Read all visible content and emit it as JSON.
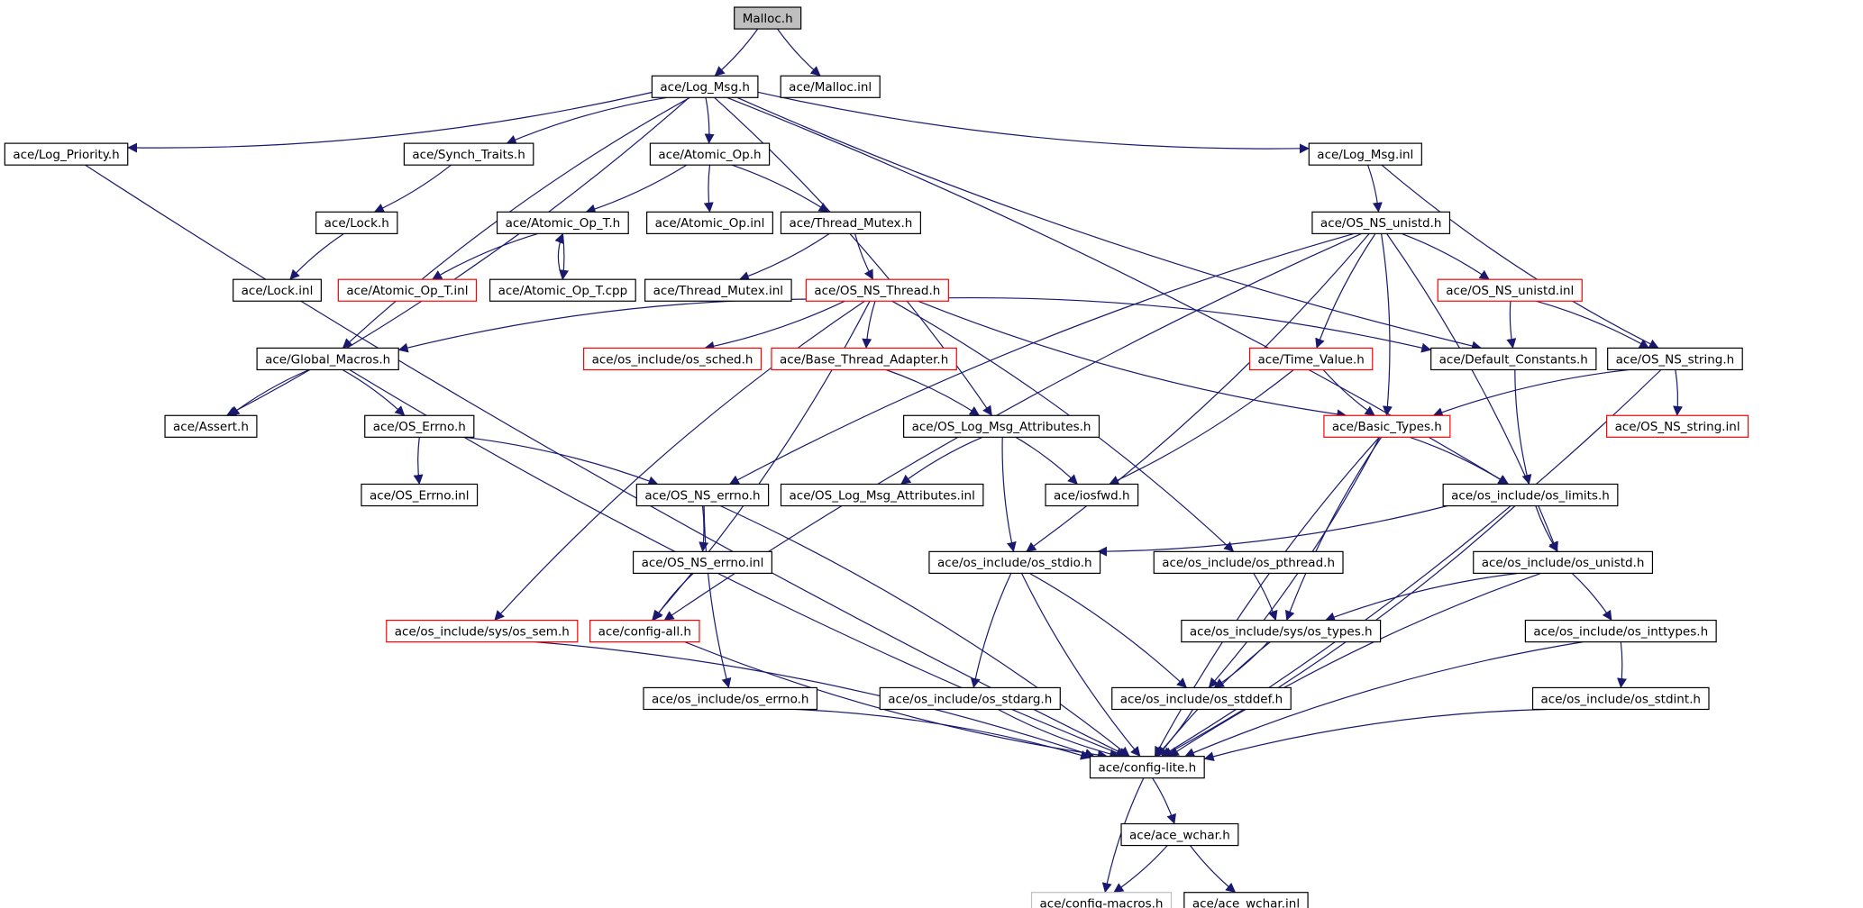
{
  "colors": {
    "edge": "#191970",
    "node_border": "#000000",
    "node_border_incomplete": "#ff0000",
    "node_border_unexpanded": "#bfbfbf",
    "root_fill": "#bfbfbf",
    "node_fill": "#ffffff",
    "text": "#000000"
  },
  "nodes": [
    {
      "id": "malloc_h",
      "label": "Malloc.h",
      "style": "root"
    },
    {
      "id": "log_msg_h",
      "label": "ace/Log_Msg.h",
      "style": "normal"
    },
    {
      "id": "malloc_inl",
      "label": "ace/Malloc.inl",
      "style": "normal"
    },
    {
      "id": "log_priority_h",
      "label": "ace/Log_Priority.h",
      "style": "normal"
    },
    {
      "id": "synch_traits_h",
      "label": "ace/Synch_Traits.h",
      "style": "normal"
    },
    {
      "id": "atomic_op_h",
      "label": "ace/Atomic_Op.h",
      "style": "normal"
    },
    {
      "id": "log_msg_inl",
      "label": "ace/Log_Msg.inl",
      "style": "normal"
    },
    {
      "id": "lock_h",
      "label": "ace/Lock.h",
      "style": "normal"
    },
    {
      "id": "atomic_op_t_h",
      "label": "ace/Atomic_Op_T.h",
      "style": "normal"
    },
    {
      "id": "atomic_op_inl",
      "label": "ace/Atomic_Op.inl",
      "style": "normal"
    },
    {
      "id": "thread_mutex_h",
      "label": "ace/Thread_Mutex.h",
      "style": "normal"
    },
    {
      "id": "os_ns_unistd_h",
      "label": "ace/OS_NS_unistd.h",
      "style": "normal"
    },
    {
      "id": "lock_inl",
      "label": "ace/Lock.inl",
      "style": "normal"
    },
    {
      "id": "atomic_op_t_inl",
      "label": "ace/Atomic_Op_T.inl",
      "style": "incomplete"
    },
    {
      "id": "atomic_op_t_cpp",
      "label": "ace/Atomic_Op_T.cpp",
      "style": "normal"
    },
    {
      "id": "thread_mutex_inl",
      "label": "ace/Thread_Mutex.inl",
      "style": "normal"
    },
    {
      "id": "os_ns_thread_h",
      "label": "ace/OS_NS_Thread.h",
      "style": "incomplete"
    },
    {
      "id": "os_ns_unistd_inl",
      "label": "ace/OS_NS_unistd.inl",
      "style": "incomplete"
    },
    {
      "id": "global_macros_h",
      "label": "ace/Global_Macros.h",
      "style": "normal"
    },
    {
      "id": "os_sched_h",
      "label": "ace/os_include/os_sched.h",
      "style": "incomplete"
    },
    {
      "id": "base_thread_adapter_h",
      "label": "ace/Base_Thread_Adapter.h",
      "style": "incomplete"
    },
    {
      "id": "time_value_h",
      "label": "ace/Time_Value.h",
      "style": "incomplete"
    },
    {
      "id": "default_constants_h",
      "label": "ace/Default_Constants.h",
      "style": "normal"
    },
    {
      "id": "os_ns_string_h",
      "label": "ace/OS_NS_string.h",
      "style": "normal"
    },
    {
      "id": "assert_h",
      "label": "ace/Assert.h",
      "style": "normal"
    },
    {
      "id": "os_errno_h",
      "label": "ace/OS_Errno.h",
      "style": "normal"
    },
    {
      "id": "os_log_msg_attributes_h",
      "label": "ace/OS_Log_Msg_Attributes.h",
      "style": "normal"
    },
    {
      "id": "basic_types_h",
      "label": "ace/Basic_Types.h",
      "style": "incomplete"
    },
    {
      "id": "os_ns_string_inl",
      "label": "ace/OS_NS_string.inl",
      "style": "incomplete"
    },
    {
      "id": "os_errno_inl",
      "label": "ace/OS_Errno.inl",
      "style": "normal"
    },
    {
      "id": "os_ns_errno_h",
      "label": "ace/OS_NS_errno.h",
      "style": "normal"
    },
    {
      "id": "os_log_msg_attributes_inl",
      "label": "ace/OS_Log_Msg_Attributes.inl",
      "style": "normal"
    },
    {
      "id": "iosfwd_h",
      "label": "ace/iosfwd.h",
      "style": "normal"
    },
    {
      "id": "os_limits_h",
      "label": "ace/os_include/os_limits.h",
      "style": "normal"
    },
    {
      "id": "os_ns_errno_inl",
      "label": "ace/OS_NS_errno.inl",
      "style": "normal"
    },
    {
      "id": "os_stdio_h",
      "label": "ace/os_include/os_stdio.h",
      "style": "normal"
    },
    {
      "id": "os_pthread_h",
      "label": "ace/os_include/os_pthread.h",
      "style": "normal"
    },
    {
      "id": "os_unistd_h",
      "label": "ace/os_include/os_unistd.h",
      "style": "normal"
    },
    {
      "id": "sys_os_sem_h",
      "label": "ace/os_include/sys/os_sem.h",
      "style": "incomplete"
    },
    {
      "id": "config_all_h",
      "label": "ace/config-all.h",
      "style": "incomplete"
    },
    {
      "id": "sys_os_types_h",
      "label": "ace/os_include/sys/os_types.h",
      "style": "normal"
    },
    {
      "id": "os_inttypes_h",
      "label": "ace/os_include/os_inttypes.h",
      "style": "normal"
    },
    {
      "id": "os_errno_h2",
      "label": "ace/os_include/os_errno.h",
      "style": "normal"
    },
    {
      "id": "os_stdarg_h",
      "label": "ace/os_include/os_stdarg.h",
      "style": "normal"
    },
    {
      "id": "os_stddef_h",
      "label": "ace/os_include/os_stddef.h",
      "style": "normal"
    },
    {
      "id": "os_stdint_h",
      "label": "ace/os_include/os_stdint.h",
      "style": "normal"
    },
    {
      "id": "config_lite_h",
      "label": "ace/config-lite.h",
      "style": "normal"
    },
    {
      "id": "ace_wchar_h",
      "label": "ace/ace_wchar.h",
      "style": "normal"
    },
    {
      "id": "config_macros_h",
      "label": "ace/config-macros.h",
      "style": "unexpanded"
    },
    {
      "id": "ace_wchar_inl",
      "label": "ace/ace_wchar.inl",
      "style": "normal"
    }
  ],
  "edges": [
    [
      "malloc_h",
      "log_msg_h"
    ],
    [
      "malloc_h",
      "malloc_inl"
    ],
    [
      "log_msg_h",
      "log_priority_h"
    ],
    [
      "log_msg_h",
      "synch_traits_h"
    ],
    [
      "log_msg_h",
      "atomic_op_h"
    ],
    [
      "log_msg_h",
      "log_msg_inl"
    ],
    [
      "log_msg_h",
      "assert_h"
    ],
    [
      "log_msg_h",
      "global_macros_h"
    ],
    [
      "log_msg_h",
      "os_log_msg_attributes_h"
    ],
    [
      "log_msg_h",
      "default_constants_h"
    ],
    [
      "log_msg_h",
      "os_limits_h"
    ],
    [
      "log_priority_h",
      "config_lite_h"
    ],
    [
      "synch_traits_h",
      "lock_h"
    ],
    [
      "lock_h",
      "lock_inl"
    ],
    [
      "atomic_op_h",
      "atomic_op_t_h"
    ],
    [
      "atomic_op_h",
      "atomic_op_inl"
    ],
    [
      "atomic_op_h",
      "thread_mutex_h"
    ],
    [
      "atomic_op_t_h",
      "atomic_op_t_inl"
    ],
    [
      "atomic_op_t_h",
      "atomic_op_t_cpp"
    ],
    [
      "atomic_op_t_cpp",
      "atomic_op_t_h"
    ],
    [
      "thread_mutex_h",
      "thread_mutex_inl"
    ],
    [
      "thread_mutex_h",
      "os_ns_thread_h"
    ],
    [
      "log_msg_inl",
      "os_ns_unistd_h"
    ],
    [
      "log_msg_inl",
      "os_ns_string_h"
    ],
    [
      "os_ns_unistd_h",
      "os_ns_unistd_inl"
    ],
    [
      "os_ns_unistd_h",
      "time_value_h"
    ],
    [
      "os_ns_unistd_h",
      "basic_types_h"
    ],
    [
      "os_ns_unistd_h",
      "os_ns_errno_h"
    ],
    [
      "os_ns_unistd_h",
      "os_stdio_h"
    ],
    [
      "os_ns_unistd_h",
      "config_all_h"
    ],
    [
      "os_ns_unistd_h",
      "os_unistd_h"
    ],
    [
      "os_ns_unistd_inl",
      "default_constants_h"
    ],
    [
      "os_ns_unistd_inl",
      "os_ns_string_h"
    ],
    [
      "os_ns_thread_h",
      "global_macros_h"
    ],
    [
      "os_ns_thread_h",
      "os_sched_h"
    ],
    [
      "os_ns_thread_h",
      "base_thread_adapter_h"
    ],
    [
      "os_ns_thread_h",
      "default_constants_h"
    ],
    [
      "os_ns_thread_h",
      "basic_types_h"
    ],
    [
      "os_ns_thread_h",
      "os_pthread_h"
    ],
    [
      "os_ns_thread_h",
      "sys_os_sem_h"
    ],
    [
      "os_ns_thread_h",
      "config_all_h"
    ],
    [
      "global_macros_h",
      "assert_h"
    ],
    [
      "global_macros_h",
      "os_errno_h"
    ],
    [
      "global_macros_h",
      "config_lite_h"
    ],
    [
      "base_thread_adapter_h",
      "os_log_msg_attributes_h"
    ],
    [
      "time_value_h",
      "basic_types_h"
    ],
    [
      "time_value_h",
      "iosfwd_h"
    ],
    [
      "default_constants_h",
      "os_limits_h"
    ],
    [
      "os_ns_string_h",
      "os_ns_string_inl"
    ],
    [
      "os_ns_string_h",
      "basic_types_h"
    ],
    [
      "os_ns_string_h",
      "config_lite_h"
    ],
    [
      "os_errno_h",
      "os_errno_inl"
    ],
    [
      "os_errno_h",
      "os_ns_errno_h"
    ],
    [
      "os_log_msg_attributes_h",
      "os_log_msg_attributes_inl"
    ],
    [
      "os_log_msg_attributes_h",
      "iosfwd_h"
    ],
    [
      "os_log_msg_attributes_h",
      "os_stdio_h"
    ],
    [
      "basic_types_h",
      "os_limits_h"
    ],
    [
      "basic_types_h",
      "sys_os_types_h"
    ],
    [
      "basic_types_h",
      "os_stddef_h"
    ],
    [
      "basic_types_h",
      "config_lite_h"
    ],
    [
      "os_ns_errno_h",
      "os_ns_errno_inl"
    ],
    [
      "os_ns_errno_h",
      "os_errno_h2"
    ],
    [
      "os_ns_errno_h",
      "config_lite_h"
    ],
    [
      "os_ns_errno_inl",
      "config_all_h"
    ],
    [
      "os_limits_h",
      "os_stdio_h"
    ],
    [
      "os_limits_h",
      "os_unistd_h"
    ],
    [
      "os_limits_h",
      "config_lite_h"
    ],
    [
      "os_stdio_h",
      "os_stdarg_h"
    ],
    [
      "os_stdio_h",
      "os_stddef_h"
    ],
    [
      "os_stdio_h",
      "config_lite_h"
    ],
    [
      "os_pthread_h",
      "sys_os_types_h"
    ],
    [
      "os_unistd_h",
      "sys_os_types_h"
    ],
    [
      "os_unistd_h",
      "os_inttypes_h"
    ],
    [
      "os_unistd_h",
      "config_lite_h"
    ],
    [
      "sys_os_sem_h",
      "config_lite_h"
    ],
    [
      "config_all_h",
      "config_lite_h"
    ],
    [
      "sys_os_types_h",
      "os_stddef_h"
    ],
    [
      "sys_os_types_h",
      "config_lite_h"
    ],
    [
      "os_inttypes_h",
      "os_stdint_h"
    ],
    [
      "os_inttypes_h",
      "config_lite_h"
    ],
    [
      "os_errno_h2",
      "config_lite_h"
    ],
    [
      "os_stdarg_h",
      "config_lite_h"
    ],
    [
      "os_stddef_h",
      "config_lite_h"
    ],
    [
      "os_stdint_h",
      "config_lite_h"
    ],
    [
      "config_lite_h",
      "ace_wchar_h"
    ],
    [
      "config_lite_h",
      "config_macros_h"
    ],
    [
      "ace_wchar_h",
      "config_macros_h"
    ],
    [
      "ace_wchar_h",
      "ace_wchar_inl"
    ]
  ]
}
